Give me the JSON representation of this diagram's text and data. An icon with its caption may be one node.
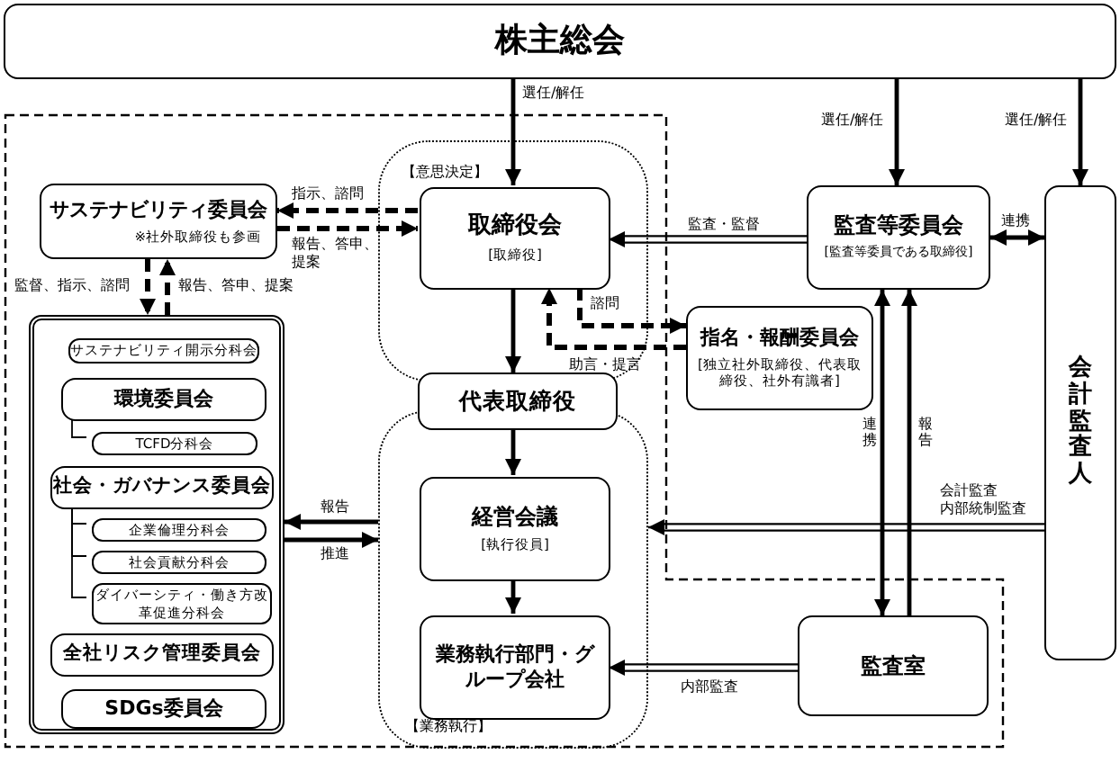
{
  "diagram": {
    "nodes": [
      {
        "text": [
          "株主総会"
        ]
      },
      {
        "text": [
          "【意思決定】"
        ]
      },
      {
        "text": [
          "取締役会",
          "[取締役]"
        ],
        "in": 1
      },
      {
        "text": [
          "代表取締役"
        ]
      },
      {
        "text": [
          "【業務執行】"
        ]
      },
      {
        "text": [
          "経営会議",
          "[執行役員]"
        ],
        "in": 4
      },
      {
        "text": [
          "業務執行部門・グループ会社"
        ],
        "in": 4
      },
      {
        "text": [
          "サステナビリティ委員会",
          "※社外取締役も参画"
        ]
      },
      {
        "text": [],
        "shape": "box"
      },
      {
        "text": [
          "サステナビリティ開示分科会"
        ],
        "in": 8
      },
      {
        "text": [
          "環境委員会"
        ],
        "in": 8
      },
      {
        "text": [
          "TCFD分科会"
        ],
        "in": 8
      },
      {
        "text": [
          "社会・ガバナンス委員会"
        ],
        "in": 8
      },
      {
        "text": [
          "企業倫理分科会"
        ],
        "in": 8
      },
      {
        "text": [
          "社会貢献分科会"
        ],
        "in": 8
      },
      {
        "text": [
          "ダイバーシティ・働き方改革促進分科会"
        ],
        "in": 8
      },
      {
        "text": [
          "全社リスク管理委員会"
        ],
        "in": 8
      },
      {
        "text": [
          "SDGs委員会"
        ],
        "in": 8
      },
      {
        "text": [
          "指名・報酬委員会",
          "[独立社外取締役、代表取締役、社外有識者]"
        ]
      },
      {
        "text": [
          "監査等委員会",
          "[監査等委員である取締役]"
        ]
      },
      {
        "text": [
          "会計監査人"
        ]
      },
      {
        "text": [
          "監査室"
        ]
      }
    ],
    "edges": [
      {
        "from": 0,
        "to": 2,
        "arrow": "to",
        "label": "選任/解任"
      },
      {
        "from": 0,
        "to": 19,
        "arrow": "to",
        "label": "選任/解任"
      },
      {
        "from": 0,
        "to": 20,
        "arrow": "to",
        "label": "選任/解任"
      },
      {
        "from": 2,
        "to": 7,
        "arrow": "to",
        "label": "指示、諮問",
        "style": "dashed"
      },
      {
        "from": 7,
        "to": 2,
        "arrow": "to",
        "label": "報告、答申、提案",
        "style": "dashed"
      },
      {
        "from": 19,
        "to": 2,
        "arrow": "to",
        "label": "監査・監督"
      },
      {
        "from": 2,
        "to": 3,
        "arrow": "to"
      },
      {
        "from": 3,
        "to": 5,
        "arrow": "to"
      },
      {
        "from": 5,
        "to": 6,
        "arrow": "to"
      },
      {
        "from": 2,
        "to": 18,
        "arrow": "to",
        "label": "諮問",
        "style": "dashed"
      },
      {
        "from": 18,
        "to": 2,
        "arrow": "to",
        "label": "助言・提言",
        "style": "dashed"
      },
      {
        "from": 7,
        "to": 8,
        "arrow": "to",
        "label": "監督、指示、諮問",
        "style": "dashed"
      },
      {
        "from": 8,
        "to": 7,
        "arrow": "to",
        "label": "報告、答申、提案",
        "style": "dashed"
      },
      {
        "from": 4,
        "to": 8,
        "arrow": "to",
        "label": "報告"
      },
      {
        "from": 8,
        "to": 4,
        "arrow": "to",
        "label": "推進"
      },
      {
        "from": 19,
        "to": 20,
        "arrow": "both",
        "label": "連携"
      },
      {
        "from": 19,
        "to": 21,
        "arrow": "both",
        "label": "連携"
      },
      {
        "from": 21,
        "to": 19,
        "arrow": "to",
        "label": "報告"
      },
      {
        "from": 20,
        "to": 4,
        "arrow": "to",
        "label": "会計監査内部統制監査"
      },
      {
        "from": 21,
        "to": 6,
        "arrow": "to",
        "label": "内部監査"
      },
      {
        "from": 10,
        "to": 11,
        "arrow": "none"
      },
      {
        "from": 12,
        "to": 13,
        "arrow": "none"
      },
      {
        "from": 12,
        "to": 14,
        "arrow": "none"
      },
      {
        "from": 12,
        "to": 15,
        "arrow": "none"
      }
    ]
  }
}
